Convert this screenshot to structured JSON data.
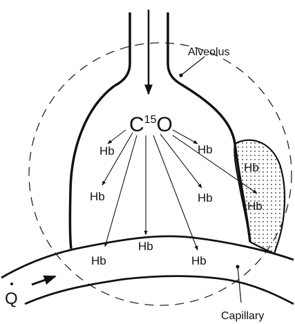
{
  "labels": {
    "alveolus": "Alveolus",
    "capillary": "Capillary",
    "flow": "Q",
    "tracer_c": "C",
    "tracer_mass": "15",
    "tracer_o": "O",
    "hb": "Hb"
  }
}
